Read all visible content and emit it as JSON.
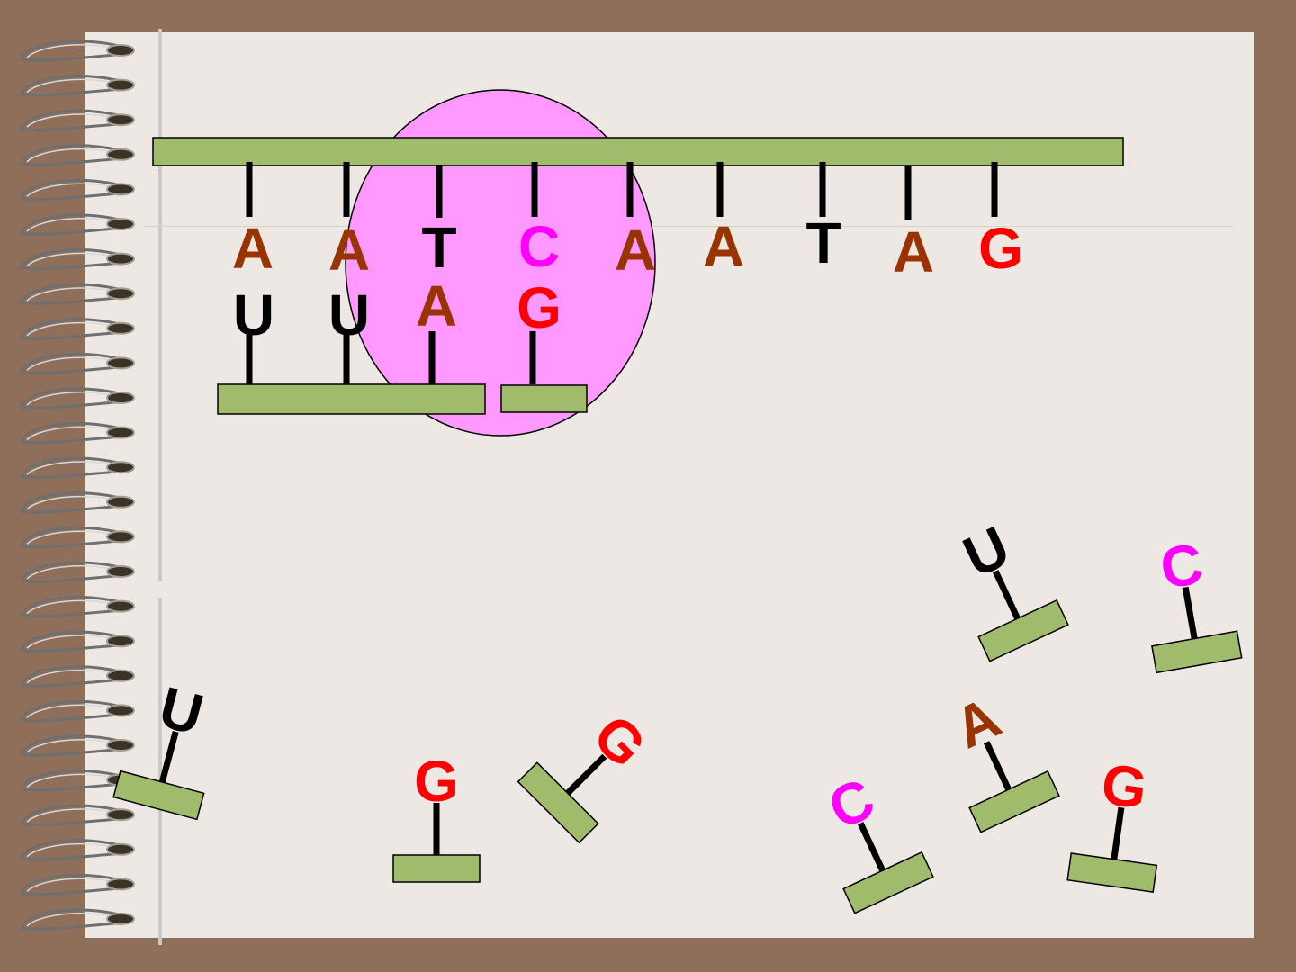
{
  "colors": {
    "page": "#ede8e3",
    "border": "#8f6e5a",
    "strand": "#9fbb6b",
    "enzyme": "#ff99ff",
    "base_A": "#993300",
    "base_C": "#ff00ff",
    "base_G": "#ff0000",
    "base_T": "#000000",
    "base_U": "#000000"
  },
  "dna_strand": {
    "bases": [
      "A",
      "A",
      "T",
      "C",
      "A",
      "A",
      "T",
      "A",
      "G"
    ]
  },
  "mrna_strand": {
    "bases": [
      "U",
      "U",
      "A",
      "G"
    ]
  },
  "free_nucleotides": {
    "bases": [
      "U",
      "C",
      "U",
      "G",
      "G",
      "A",
      "C",
      "G"
    ]
  }
}
